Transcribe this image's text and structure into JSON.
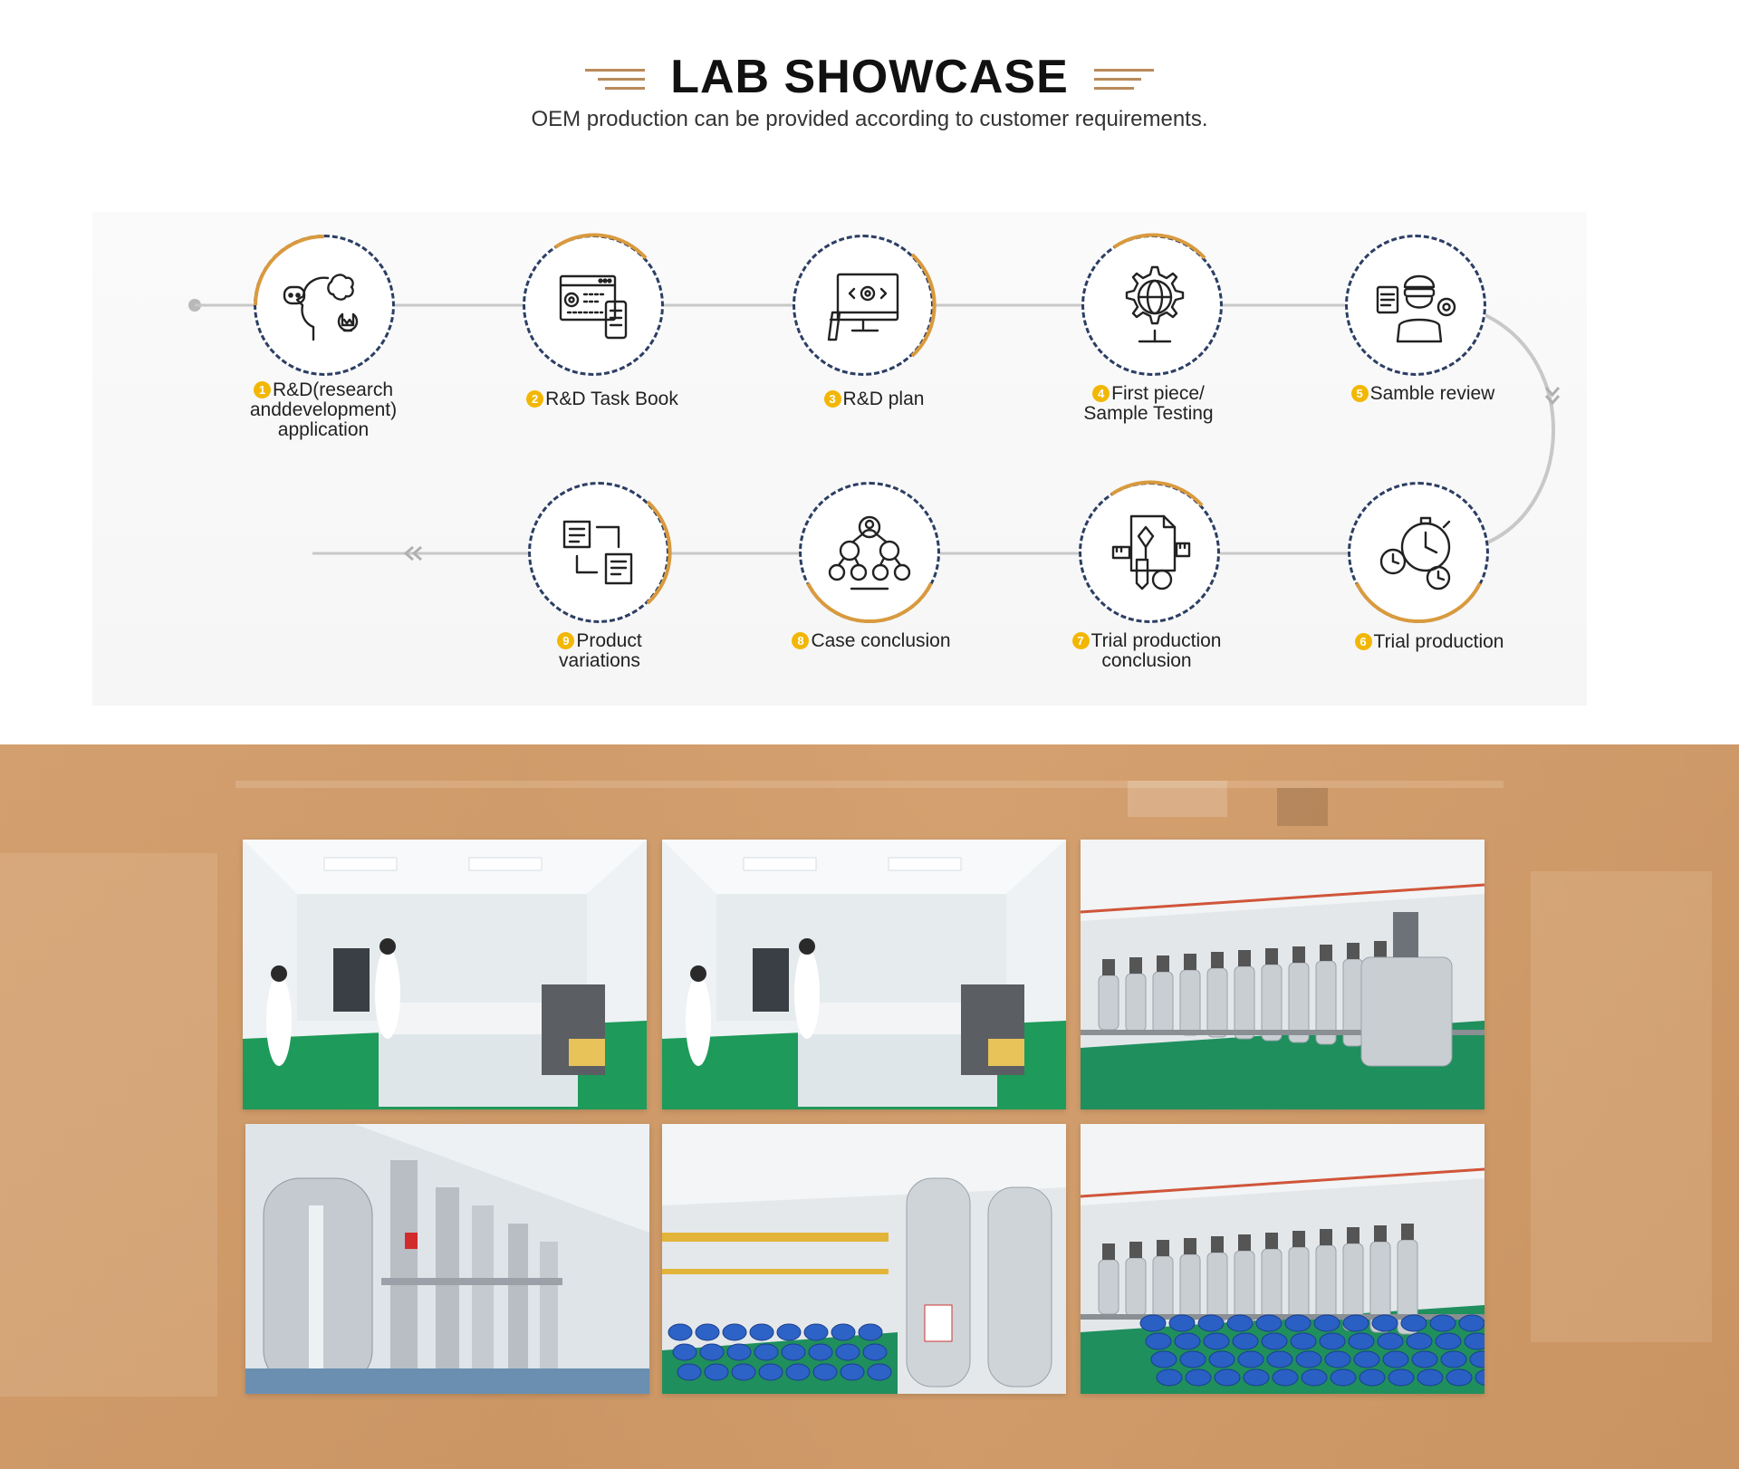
{
  "header": {
    "title": "LAB SHOWCASE",
    "subtitle": "OEM production can be provided according to customer requirements."
  },
  "steps": [
    {
      "num": "1",
      "lines": [
        "R&D(research",
        "anddevelopment)",
        "application"
      ],
      "icon": "brain-bulb-icon"
    },
    {
      "num": "2",
      "lines": [
        "R&D Task Book"
      ],
      "icon": "task-book-icon"
    },
    {
      "num": "3",
      "lines": [
        "R&D plan"
      ],
      "icon": "design-monitor-icon"
    },
    {
      "num": "4",
      "lines": [
        "First piece/",
        "Sample Testing"
      ],
      "icon": "globe-gear-icon"
    },
    {
      "num": "5",
      "lines": [
        "Samble review"
      ],
      "icon": "reviewer-icon"
    },
    {
      "num": "6",
      "lines": [
        "Trial production"
      ],
      "icon": "stopwatch-icon"
    },
    {
      "num": "7",
      "lines": [
        "Trial production",
        "conclusion"
      ],
      "icon": "document-pen-icon"
    },
    {
      "num": "8",
      "lines": [
        "Case conclusion"
      ],
      "icon": "team-network-icon"
    },
    {
      "num": "9",
      "lines": [
        "Product",
        "variations"
      ],
      "icon": "document-flow-icon"
    }
  ],
  "colors": {
    "accent": "#b88a5a",
    "ring": "#2c3e63",
    "arc": "#d99a3e",
    "badge": "#f2b705",
    "connector": "#c8c8c8",
    "gallery_overlay": "#cd8c50"
  },
  "gallery": [
    {
      "name": "lab-photo-1",
      "scene": "laboratory"
    },
    {
      "name": "lab-photo-2",
      "scene": "laboratory"
    },
    {
      "name": "lab-photo-3",
      "scene": "reactor-hall"
    },
    {
      "name": "lab-photo-4",
      "scene": "distillation"
    },
    {
      "name": "lab-photo-5",
      "scene": "tank-warehouse"
    },
    {
      "name": "lab-photo-6",
      "scene": "drum-hall"
    }
  ]
}
